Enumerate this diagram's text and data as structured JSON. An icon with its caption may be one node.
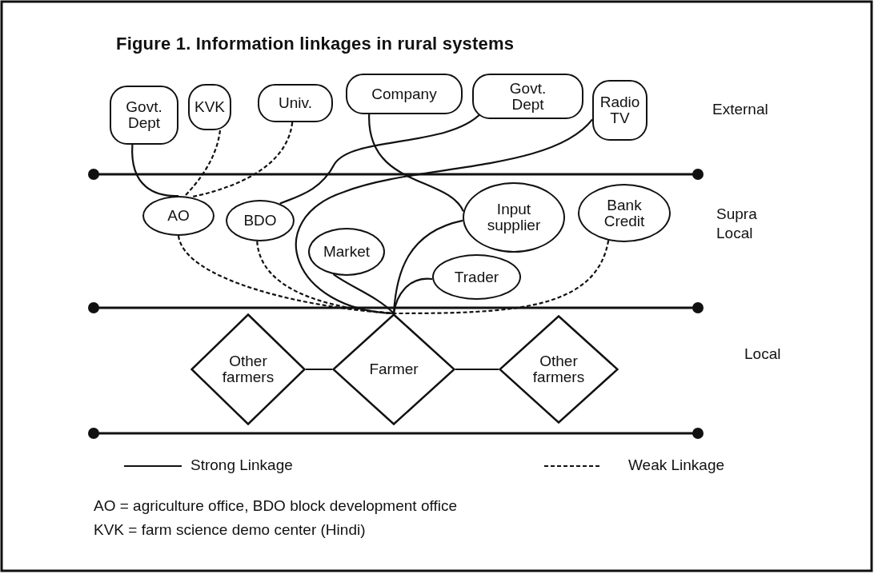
{
  "diagram": {
    "title": "Figure 1. Information linkages in rural systems",
    "nodes": [
      {
        "text": [
          "Govt. Dept"
        ]
      },
      {
        "text": [
          "KVK"
        ]
      },
      {
        "text": [
          "Univ."
        ]
      },
      {
        "text": [
          "Company"
        ]
      },
      {
        "text": [
          "Govt. Dept"
        ]
      },
      {
        "text": [
          "Radio TV"
        ]
      },
      {
        "text": [
          "AO"
        ]
      },
      {
        "text": [
          "BDO"
        ]
      },
      {
        "text": [
          "Input supplier"
        ]
      },
      {
        "text": [
          "Bank Credit"
        ]
      },
      {
        "text": [
          "Market"
        ]
      },
      {
        "text": [
          "Trader"
        ]
      },
      {
        "text": [
          "Other farmers"
        ]
      },
      {
        "text": [
          "Farmer"
        ]
      },
      {
        "text": [
          "Other farmers"
        ]
      }
    ],
    "edges": [
      {
        "from": 0,
        "to": 6,
        "arrow": "none"
      },
      {
        "from": 1,
        "to": 6,
        "arrow": "none",
        "style": "dashed"
      },
      {
        "from": 2,
        "to": 6,
        "arrow": "none",
        "style": "dashed"
      },
      {
        "from": 3,
        "to": 8,
        "arrow": "none"
      },
      {
        "from": 4,
        "to": 7,
        "arrow": "none"
      },
      {
        "from": 5,
        "to": 13,
        "arrow": "none"
      },
      {
        "from": 6,
        "to": 13,
        "arrow": "none",
        "style": "dashed"
      },
      {
        "from": 7,
        "to": 13,
        "arrow": "none",
        "style": "dashed"
      },
      {
        "from": 8,
        "to": 13,
        "arrow": "none"
      },
      {
        "from": 9,
        "to": 13,
        "arrow": "none",
        "style": "dashed"
      },
      {
        "from": 10,
        "to": 13,
        "arrow": "none"
      },
      {
        "from": 11,
        "to": 13,
        "arrow": "none"
      },
      {
        "from": 12,
        "to": 13,
        "arrow": "none"
      },
      {
        "from": 13,
        "to": 14,
        "arrow": "none"
      }
    ],
    "labels": [
      "External",
      "Supra Local",
      "Local",
      "AO = agriculture office, BDO block development office",
      "KVK = farm science demo center (Hindi)"
    ],
    "legend": [
      {
        "text": "Strong Linkage"
      },
      {
        "text": "Weak Linkage"
      }
    ]
  }
}
